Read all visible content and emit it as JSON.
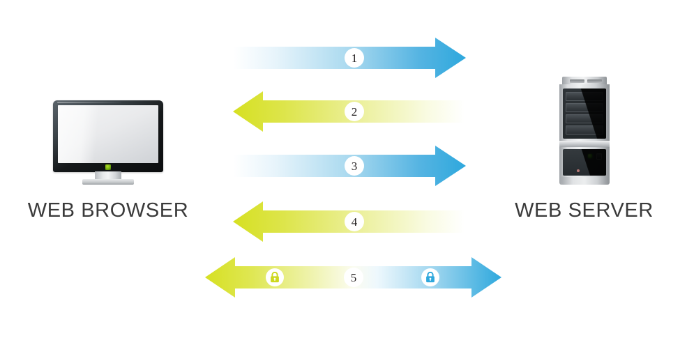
{
  "diagram": {
    "title": "Web Browser to Web Server HTTPS handshake sequence",
    "background_color": "#ffffff"
  },
  "endpoints": [
    {
      "id": "browser",
      "label": "WEB BROWSER",
      "icon": "computer-monitor-icon",
      "side": "left"
    },
    {
      "id": "server",
      "label": "WEB SERVER",
      "icon": "server-tower-icon",
      "side": "right"
    }
  ],
  "colors": {
    "blue": "#33abde",
    "blue_mid": "#6fc4e8",
    "blue_pale": "#eaf6fc",
    "yellow": "#d8e122",
    "yellow_mid": "#e6eb73",
    "yellow_pale": "#fbfde9",
    "label_text": "#3a3a3a",
    "badge_fill": "#ffffff",
    "badge_text": "#231f20",
    "white": "#ffffff"
  },
  "arrows": [
    {
      "number": "1",
      "direction": "right",
      "color": "blue",
      "from": "browser",
      "to": "server",
      "badges": [
        "1"
      ]
    },
    {
      "number": "2",
      "direction": "left",
      "color": "yellow",
      "from": "server",
      "to": "browser",
      "badges": [
        "2"
      ]
    },
    {
      "number": "3",
      "direction": "right",
      "color": "blue",
      "from": "browser",
      "to": "server",
      "badges": [
        "3"
      ]
    },
    {
      "number": "4",
      "direction": "left",
      "color": "yellow",
      "from": "server",
      "to": "browser",
      "badges": [
        "4"
      ]
    },
    {
      "number": "5",
      "direction": "both",
      "color": "yellow-to-blue",
      "from": "browser",
      "to": "server",
      "badges": [
        "lock-left",
        "5",
        "lock-right"
      ]
    }
  ],
  "badges": {
    "n1": "1",
    "n2": "2",
    "n3": "3",
    "n4": "4",
    "n5": "5",
    "lock_left_icon": "padlock-icon",
    "lock_right_icon": "padlock-icon"
  }
}
